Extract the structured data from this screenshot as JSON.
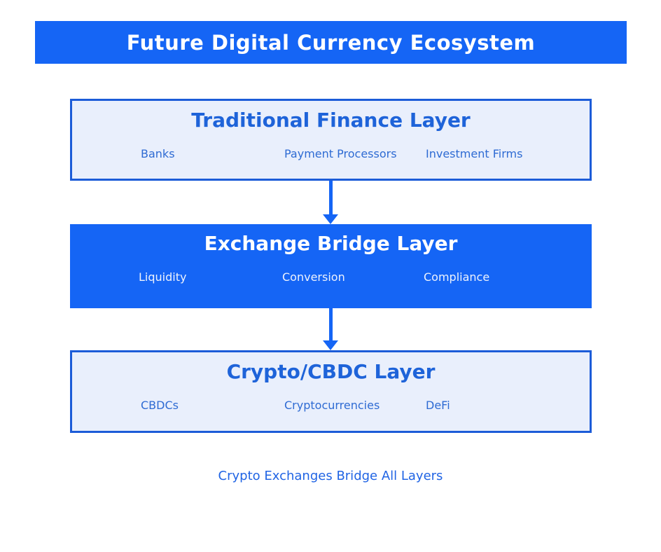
{
  "title": "Future Digital Currency Ecosystem",
  "layers": [
    {
      "name": "Traditional Finance Layer",
      "variant": "light",
      "items": [
        "Banks",
        "Payment Processors",
        "Investment Firms"
      ]
    },
    {
      "name": "Exchange Bridge Layer",
      "variant": "solid",
      "items": [
        "Liquidity",
        "Conversion",
        "Compliance"
      ]
    },
    {
      "name": "Crypto/CBDC Layer",
      "variant": "light",
      "items": [
        "CBDCs",
        "Cryptocurrencies",
        "DeFi"
      ]
    }
  ],
  "footer": "Crypto Exchanges Bridge All Layers",
  "colors": {
    "accent": "#1565f5",
    "light-fill": "#e9effc",
    "box-border": "#1c5cd8",
    "heading-text": "#1e63d9",
    "item-text": "#2e6bd3",
    "footer-text": "#2064e4",
    "on-accent": "#ffffff"
  }
}
